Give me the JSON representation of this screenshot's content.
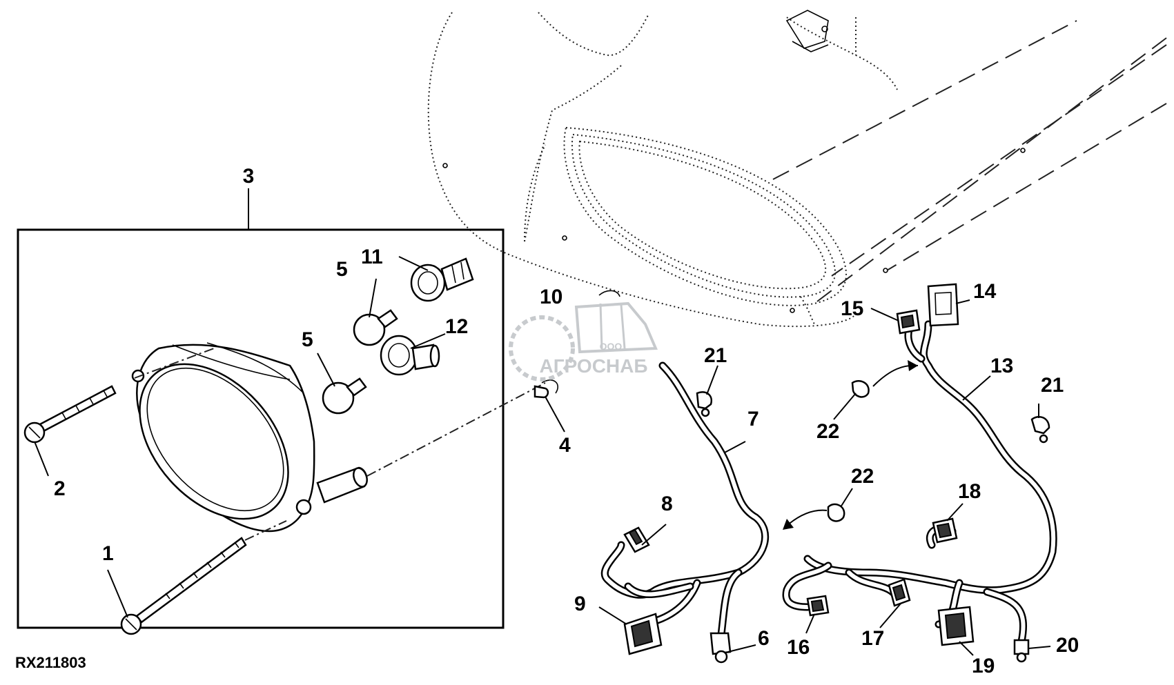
{
  "document_id": "RX211803",
  "watermark": {
    "line1": "ООО",
    "line2": "АГРОСНАБ"
  },
  "callouts": [
    {
      "id": "c1",
      "text": "1"
    },
    {
      "id": "c2",
      "text": "2"
    },
    {
      "id": "c3",
      "text": "3"
    },
    {
      "id": "c4",
      "text": "4"
    },
    {
      "id": "c5a",
      "text": "5"
    },
    {
      "id": "c5b",
      "text": "5"
    },
    {
      "id": "c6",
      "text": "6"
    },
    {
      "id": "c7",
      "text": "7"
    },
    {
      "id": "c8",
      "text": "8"
    },
    {
      "id": "c9",
      "text": "9"
    },
    {
      "id": "c10",
      "text": "10"
    },
    {
      "id": "c11",
      "text": "11"
    },
    {
      "id": "c12",
      "text": "12"
    },
    {
      "id": "c13",
      "text": "13"
    },
    {
      "id": "c14",
      "text": "14"
    },
    {
      "id": "c15",
      "text": "15"
    },
    {
      "id": "c16",
      "text": "16"
    },
    {
      "id": "c17",
      "text": "17"
    },
    {
      "id": "c18",
      "text": "18"
    },
    {
      "id": "c19",
      "text": "19"
    },
    {
      "id": "c20",
      "text": "20"
    },
    {
      "id": "c21a",
      "text": "21"
    },
    {
      "id": "c21b",
      "text": "21"
    },
    {
      "id": "c22a",
      "text": "22"
    },
    {
      "id": "c22b",
      "text": "22"
    }
  ]
}
